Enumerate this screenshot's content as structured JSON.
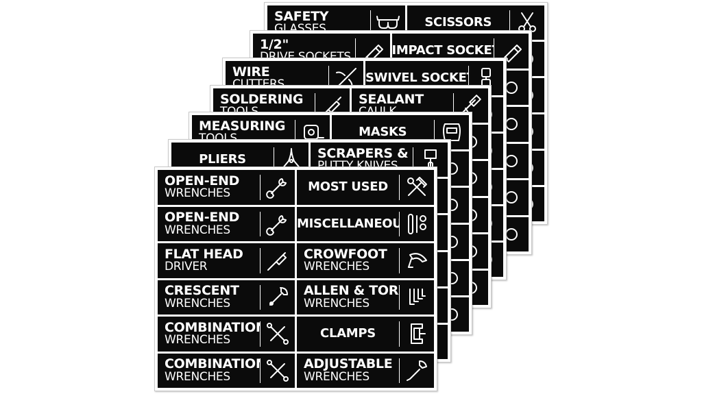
{
  "sheets": [
    {
      "labels": [
        {
          "line1": "SAFETY",
          "line2": "GLASSES",
          "icon": "safety-glasses-icon"
        },
        {
          "line1": "SCISSORS",
          "line2": "",
          "icon": "scissors-icon",
          "centered": true
        }
      ]
    },
    {
      "labels": [
        {
          "line1": "1/2\"",
          "line2": "DRIVE SOCKETS",
          "icon": "socket-icon"
        },
        {
          "line1": "IMPACT SOCKETS",
          "line2": "",
          "icon": "socket-icon",
          "centered": true
        }
      ]
    },
    {
      "labels": [
        {
          "line1": "WIRE",
          "line2": "CUTTERS",
          "icon": "wire-cutters-icon"
        },
        {
          "line1": "SWIVEL SOCKETS",
          "line2": "",
          "icon": "swivel-socket-icon",
          "centered": true
        }
      ]
    },
    {
      "labels": [
        {
          "line1": "SOLDERING",
          "line2": "TOOLS",
          "icon": "soldering-iron-icon"
        },
        {
          "line1": "SEALANT",
          "line2": "CAULK",
          "icon": "caulk-gun-icon"
        }
      ]
    },
    {
      "labels": [
        {
          "line1": "MEASURING",
          "line2": "TOOLS",
          "icon": "tape-measure-icon"
        },
        {
          "line1": "MASKS",
          "line2": "",
          "icon": "welding-mask-icon",
          "centered": true
        }
      ]
    },
    {
      "labels": [
        {
          "line1": "PLIERS",
          "line2": "",
          "icon": "pliers-icon",
          "centered": true
        },
        {
          "line1": "SCRAPERS &",
          "line2": "PUTTY KNIVES",
          "icon": "putty-knife-icon"
        }
      ]
    },
    {
      "labels": [
        {
          "line1": "OPEN-END",
          "line2": "WRENCHES",
          "icon": "open-end-wrench-icon"
        },
        {
          "line1": "MOST USED",
          "line2": "",
          "icon": "hammer-wrench-icon",
          "centered": true
        },
        {
          "line1": "OPEN-END",
          "line2": "WRENCHES",
          "icon": "open-end-wrench-icon"
        },
        {
          "line1": "MISCELLANEOUS",
          "line2": "",
          "icon": "tools-set-icon",
          "centered": true
        },
        {
          "line1": "FLAT HEAD",
          "line2": "DRIVER",
          "icon": "screwdriver-icon"
        },
        {
          "line1": "CROWFOOT",
          "line2": "WRENCHES",
          "icon": "crowfoot-wrench-icon"
        },
        {
          "line1": "CRESCENT",
          "line2": "WRENCHES",
          "icon": "crescent-wrench-icon"
        },
        {
          "line1": "ALLEN & TORX",
          "line2": "WRENCHES",
          "icon": "hex-keys-icon"
        },
        {
          "line1": "COMBINATION",
          "line2": "WRENCHES",
          "icon": "combination-wrench-icon"
        },
        {
          "line1": "CLAMPS",
          "line2": "",
          "icon": "clamp-icon",
          "centered": true
        },
        {
          "line1": "COMBINATION",
          "line2": "WRENCHES",
          "icon": "combination-wrench-icon"
        },
        {
          "line1": "ADJUSTABLE",
          "line2": "WRENCHES",
          "icon": "adjustable-wrench-icon"
        }
      ]
    }
  ]
}
